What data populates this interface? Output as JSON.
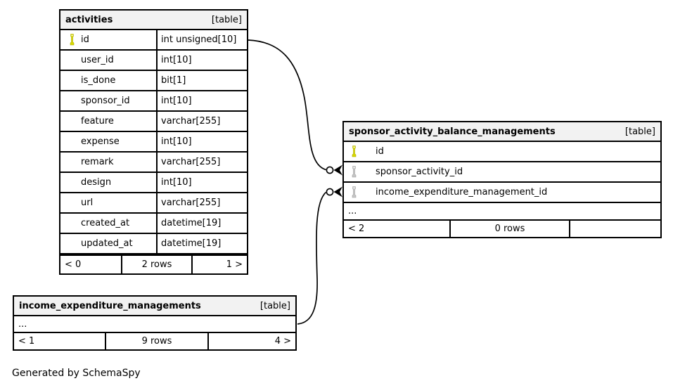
{
  "page": {
    "generated_note": "Generated by SchemaSpy"
  },
  "colors": {
    "header_bg": "#f2f2f2",
    "border": "#000000",
    "primary_key": "#d9d900",
    "foreign_key": "#c6c6c6"
  },
  "tables": {
    "activities": {
      "name": "activities",
      "badge": "[table]",
      "columns": [
        {
          "name": "id",
          "type": "int unsigned[10]",
          "key": "primary-key-icon"
        },
        {
          "name": "user_id",
          "type": "int[10]"
        },
        {
          "name": "is_done",
          "type": "bit[1]"
        },
        {
          "name": "sponsor_id",
          "type": "int[10]"
        },
        {
          "name": "feature",
          "type": "varchar[255]"
        },
        {
          "name": "expense",
          "type": "int[10]"
        },
        {
          "name": "remark",
          "type": "varchar[255]"
        },
        {
          "name": "design",
          "type": "int[10]"
        },
        {
          "name": "url",
          "type": "varchar[255]"
        },
        {
          "name": "created_at",
          "type": "datetime[19]"
        },
        {
          "name": "updated_at",
          "type": "datetime[19]"
        }
      ],
      "footer": {
        "left": "< 0",
        "center": "2 rows",
        "right": "1 >"
      }
    },
    "sponsor_activity_balance_managements": {
      "name": "sponsor_activity_balance_managements",
      "badge": "[table]",
      "columns": [
        {
          "name": "id",
          "key": "primary-key-icon"
        },
        {
          "name": "sponsor_activity_id",
          "key": "foreign-key-icon"
        },
        {
          "name": "income_expenditure_management_id",
          "key": "foreign-key-icon"
        }
      ],
      "ellipsis": "...",
      "footer": {
        "left": "< 2",
        "center": "0 rows",
        "right": ""
      }
    },
    "income_expenditure_managements": {
      "name": "income_expenditure_managements",
      "badge": "[table]",
      "ellipsis": "...",
      "footer": {
        "left": "< 1",
        "center": "9 rows",
        "right": "4 >"
      }
    }
  }
}
